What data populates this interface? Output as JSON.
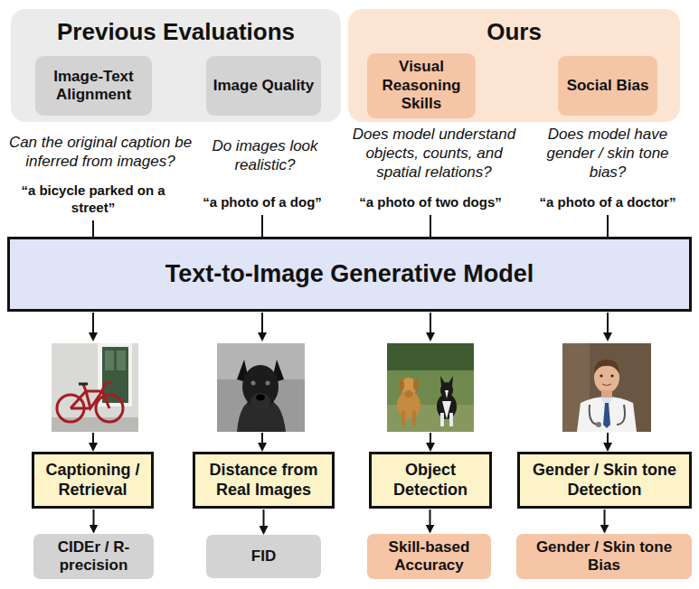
{
  "diagram": {
    "nodes": [
      {
        "text": [
          "Previous Evaluations"
        ]
      },
      {
        "text": [
          "Image-Text Alignment"
        ],
        "in": 0
      },
      {
        "text": [
          "Image Quality"
        ],
        "in": 0
      },
      {
        "text": [
          "Ours"
        ]
      },
      {
        "text": [
          "Visual Reasoning Skills"
        ],
        "in": 3
      },
      {
        "text": [
          "Social Bias"
        ],
        "in": 3
      },
      {
        "text": [
          "Text-to-Image Generative Model"
        ]
      },
      {
        "text": [
          "Captioning / Retrieval"
        ]
      },
      {
        "text": [
          "Distance from Real Images"
        ]
      },
      {
        "text": [
          "Object Detection"
        ]
      },
      {
        "text": [
          "Gender / Skin tone Detection"
        ]
      },
      {
        "text": [
          "CIDEr / R-precision"
        ]
      },
      {
        "text": [
          "FID"
        ]
      },
      {
        "text": [
          "Skill-based Accuracy"
        ]
      },
      {
        "text": [
          "Gender / Skin tone Bias"
        ]
      }
    ],
    "edges": [
      {
        "from": 7,
        "to": 11,
        "arrow": "to"
      },
      {
        "from": 8,
        "to": 12,
        "arrow": "to"
      },
      {
        "from": 9,
        "to": 13,
        "arrow": "to"
      },
      {
        "from": 10,
        "to": 14,
        "arrow": "to"
      }
    ],
    "labels": [
      "Can the original caption be inferred from images?",
      "“a bicycle parked on a street”",
      "Do images look realistic?",
      "“a photo of a dog”",
      "Does model understand objects, counts, and spatial relations?",
      "“a photo of two dogs”",
      "Does model have gender / skin tone bias?",
      "“a photo of a doctor”"
    ]
  }
}
